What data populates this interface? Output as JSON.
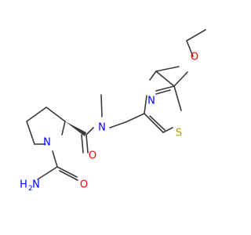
{
  "molecule": {
    "atoms": {
      "nitrogen_ring": {
        "text": "N",
        "color": "#0000ff"
      },
      "nitrogen_amide": {
        "text": "N",
        "color": "#0000ff"
      },
      "nitrogen_thiazole": {
        "text": "N",
        "color": "#0000ff"
      },
      "nitrogen_amine": {
        "text": "H",
        "subscript": "2",
        "prefix": "N",
        "color": "#0000ff"
      },
      "oxygen_carbonyl_1": {
        "text": "O",
        "color": "#ff0000"
      },
      "oxygen_carbonyl_2": {
        "text": "O",
        "color": "#ff0000"
      },
      "oxygen_ether": {
        "text": "O",
        "color": "#ff0000"
      },
      "sulfur": {
        "text": "S",
        "color": "#b2a000"
      }
    },
    "colors": {
      "bond": "#3a3a3a",
      "nitrogen": "#0000ff",
      "oxygen": "#ff0000",
      "sulfur": "#b2a000"
    }
  }
}
